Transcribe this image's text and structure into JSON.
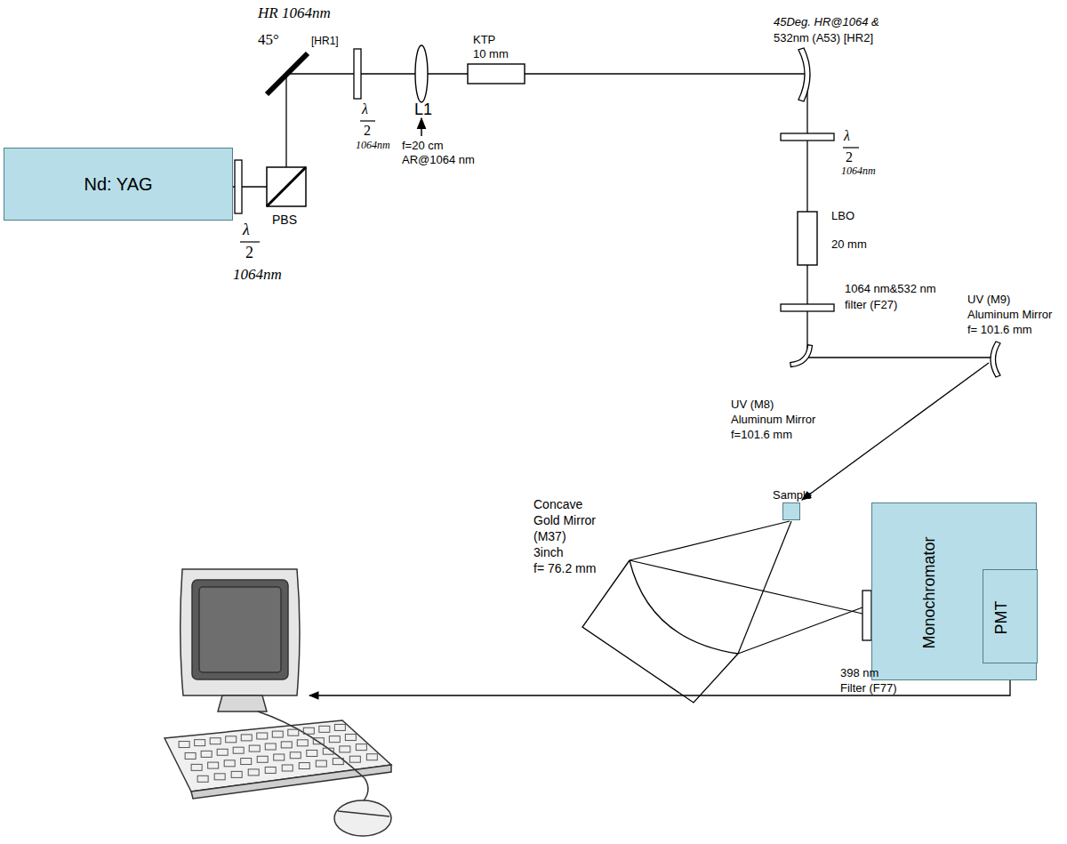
{
  "diagram": {
    "nodes": [
      {
        "text": [
          "Nd: YAG"
        ]
      },
      {
        "text": [
          "Sample"
        ]
      },
      {
        "text": [
          "Monochromator"
        ]
      },
      {
        "text": [
          "PMT"
        ],
        "in": 2
      }
    ],
    "labels": [
      "HR 1064nm",
      "45°",
      "[HR1]",
      "λ",
      "2",
      "1064nm",
      "PBS",
      "λ",
      "2",
      "1064nm",
      "L1",
      "f=20 cm",
      "AR@1064 nm",
      "KTP",
      "10 mm",
      "45Deg. HR@1064 &",
      "532nm (A53) [HR2]",
      "λ",
      "2",
      "1064nm",
      "LBO",
      "20 mm",
      "1064 nm&532 nm",
      "filter (F27)",
      "UV (M9)",
      "Aluminum Mirror",
      "f= 101.6 mm",
      "UV (M8)",
      "Aluminum Mirror",
      "f=101.6 mm",
      "Concave",
      "Gold Mirror",
      "(M37)",
      "3inch",
      "f= 76.2 mm",
      "398 nm",
      "Filter (F77)"
    ]
  }
}
